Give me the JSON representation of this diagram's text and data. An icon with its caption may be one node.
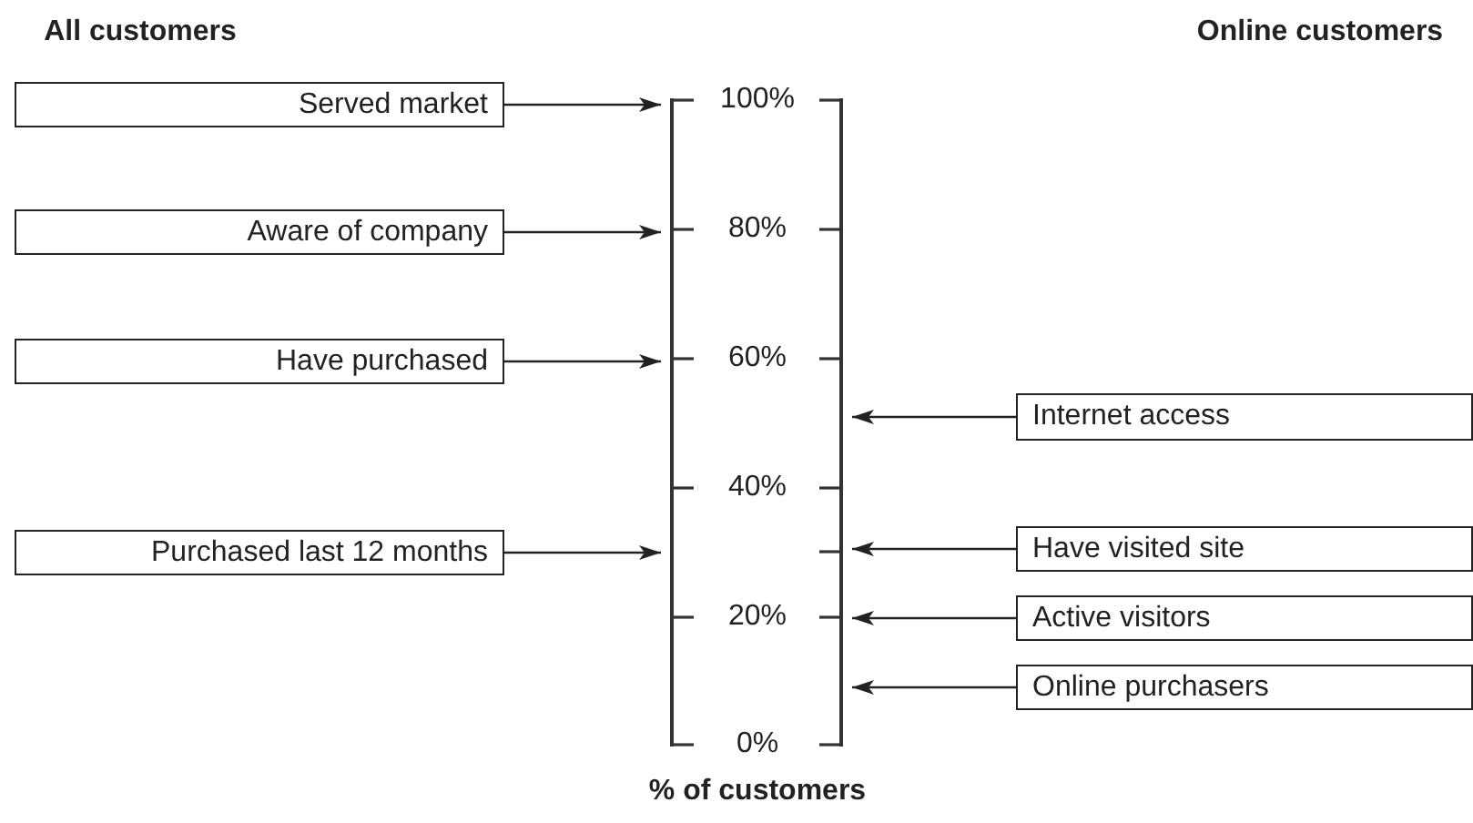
{
  "diagram": {
    "nodes": [
      {
        "text": [
          "Served market"
        ]
      },
      {
        "text": [
          "Aware of company"
        ]
      },
      {
        "text": [
          "Have purchased"
        ]
      },
      {
        "text": [
          "Purchased last 12 months"
        ]
      },
      {
        "text": [],
        "shape": "bar"
      },
      {
        "text": [],
        "shape": "bar"
      },
      {
        "text": [
          "Internet access"
        ]
      },
      {
        "text": [
          "Have visited site"
        ]
      },
      {
        "text": [
          "Active visitors"
        ]
      },
      {
        "text": [
          "Online purchasers"
        ]
      }
    ],
    "edges": [
      {
        "from": 0,
        "to": 4,
        "arrow": "to"
      },
      {
        "from": 1,
        "to": 4,
        "arrow": "to"
      },
      {
        "from": 2,
        "to": 4,
        "arrow": "to"
      },
      {
        "from": 3,
        "to": 4,
        "arrow": "to"
      },
      {
        "from": 6,
        "to": 5,
        "arrow": "to"
      },
      {
        "from": 7,
        "to": 5,
        "arrow": "to"
      },
      {
        "from": 8,
        "to": 5,
        "arrow": "to"
      },
      {
        "from": 9,
        "to": 5,
        "arrow": "to"
      }
    ],
    "labels": [
      "All customers",
      "Online customers",
      "100%",
      "80%",
      "60%",
      "40%",
      "20%",
      "0%",
      "% of customers"
    ]
  }
}
